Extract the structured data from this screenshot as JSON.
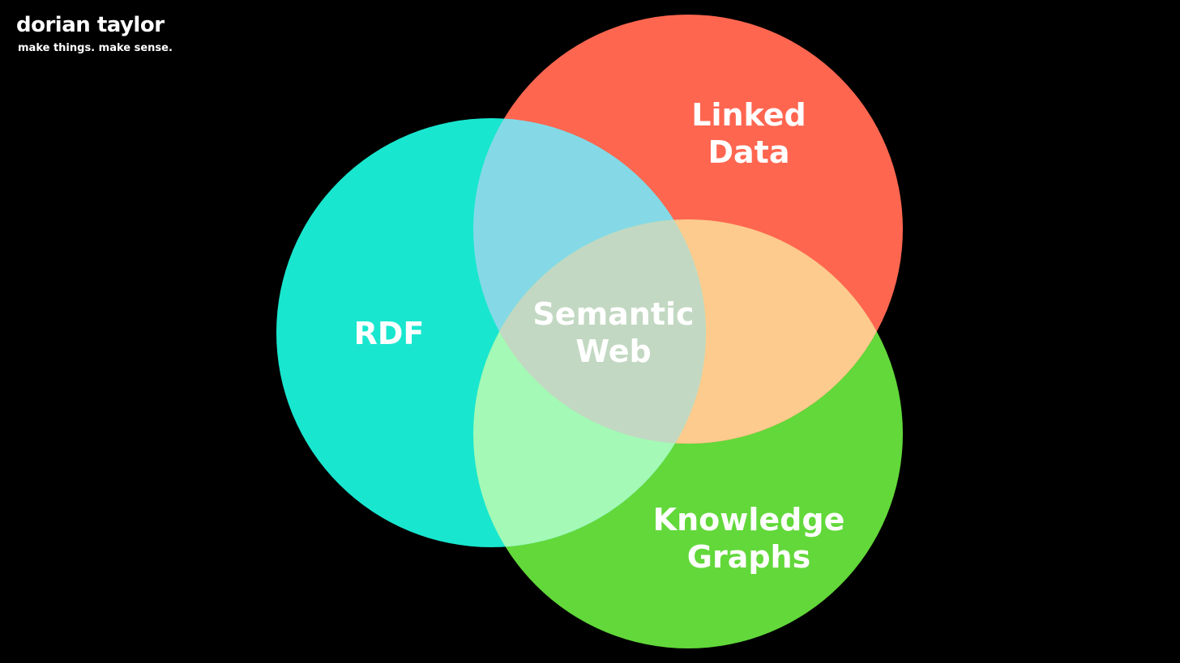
{
  "brand": {
    "name": "dorian taylor",
    "tagline": "make things. make sense."
  },
  "venn": {
    "sets": {
      "rdf": {
        "line1": "RDF",
        "color": "#19e6cf"
      },
      "linked_data": {
        "line1": "Linked",
        "line2": "Data",
        "color": "#ff6650"
      },
      "knowledge_graphs": {
        "line1": "Knowledge",
        "line2": "Graphs",
        "color": "#62d83a"
      },
      "semantic_web": {
        "line1": "Semantic",
        "line2": "Web"
      }
    },
    "overlap_colors": {
      "rdf_linked": "#85d9e6",
      "linked_knowledge": "#fccb8d",
      "rdf_knowledge": "#a3f9b5",
      "center": "#c2d8c2"
    },
    "background": "#000000"
  }
}
